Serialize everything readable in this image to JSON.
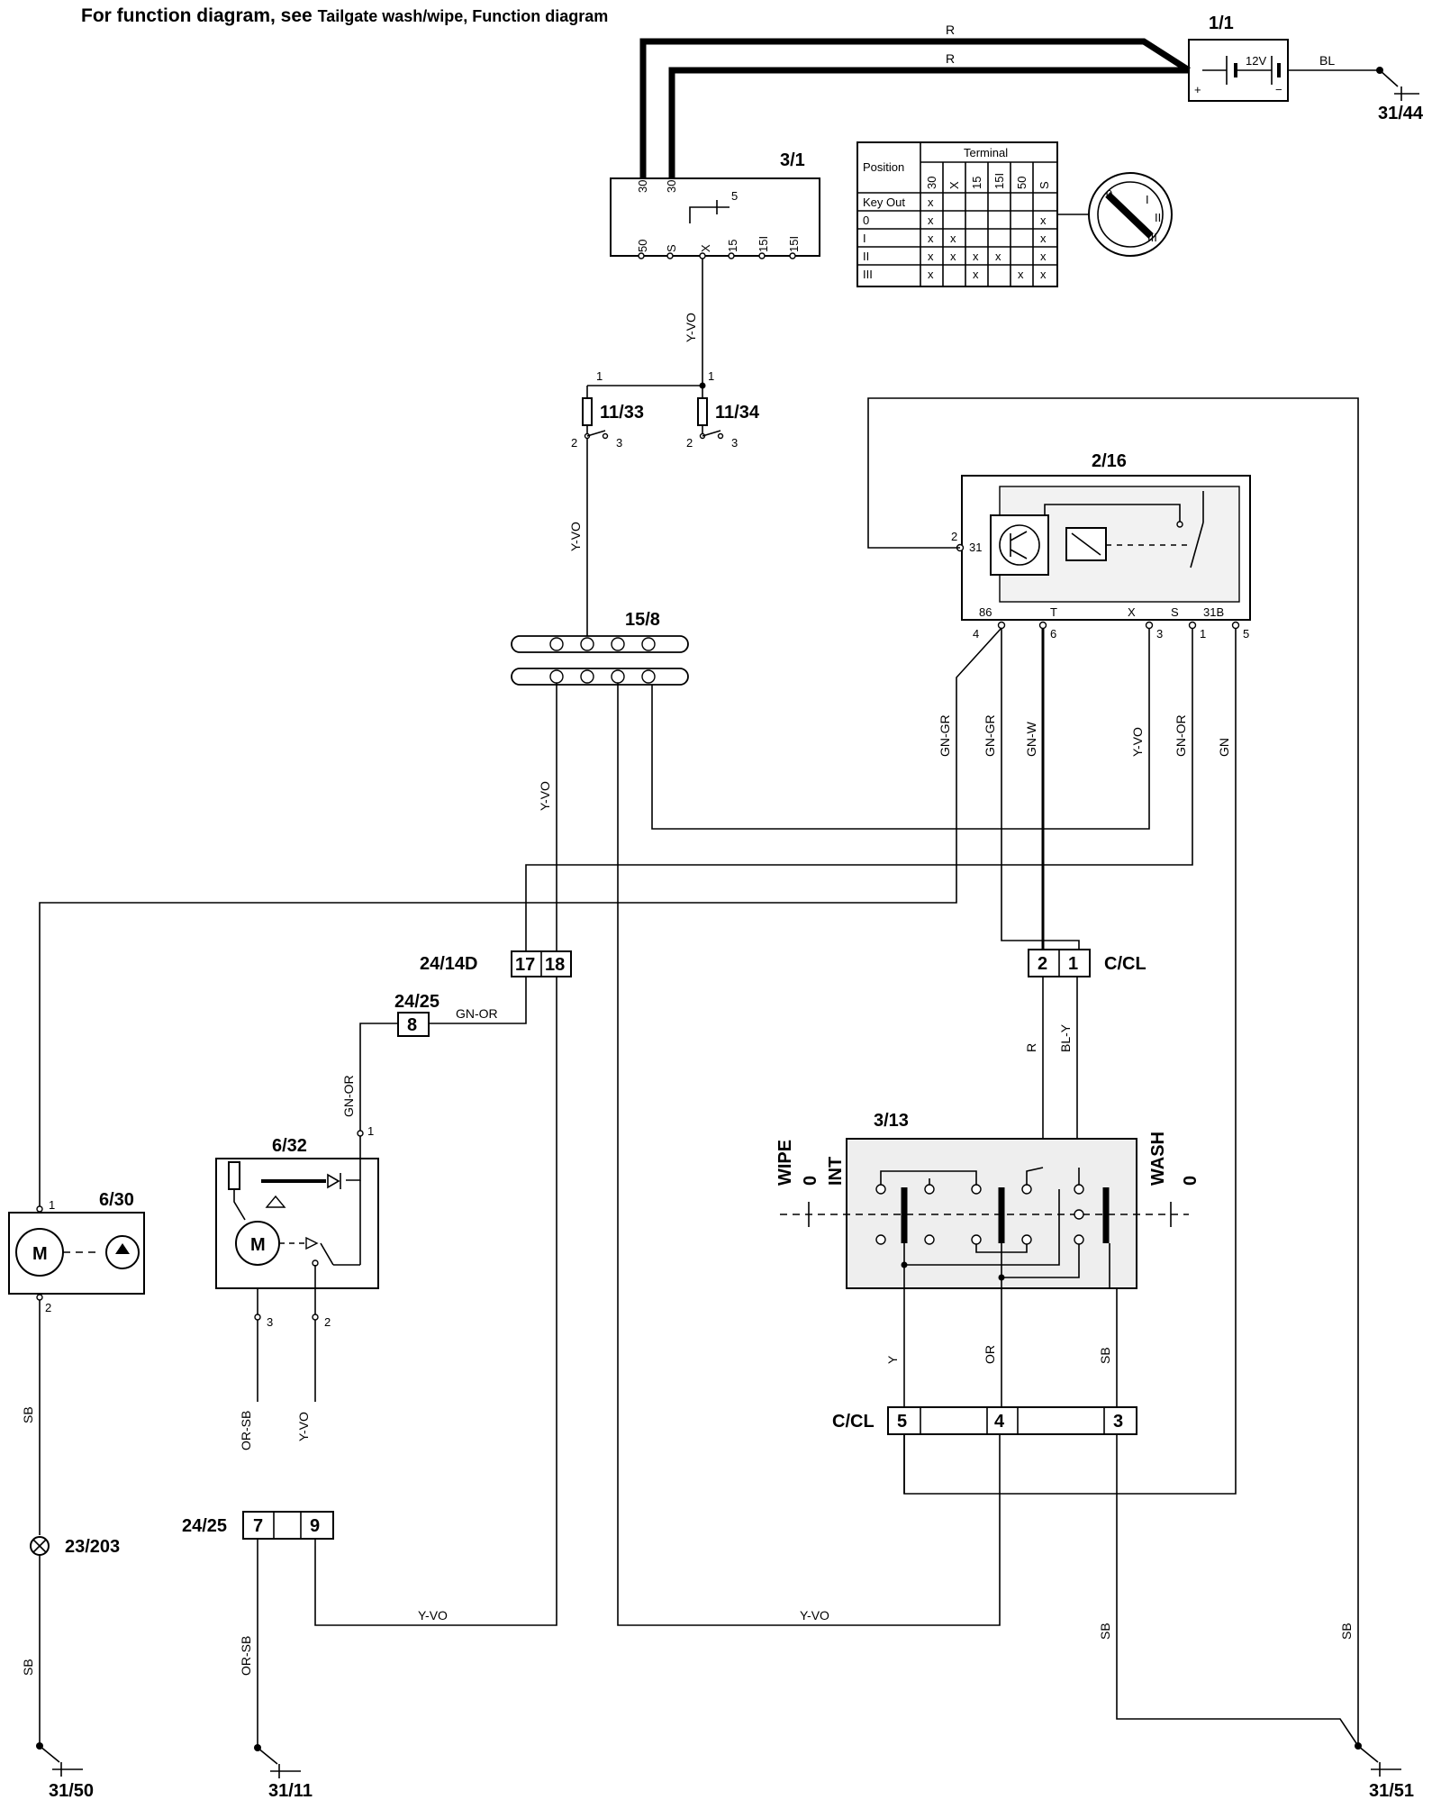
{
  "header": {
    "prefix": "For function diagram, see",
    "link": "Tailgate wash/wipe, Function diagram"
  },
  "components": {
    "battery": "1/1",
    "battery_voltage": "12V",
    "ignition_switch": "3/1",
    "fuse_a": "11/33",
    "fuse_b": "11/34",
    "relay": "2/16",
    "connector_15_8": "15/8",
    "connector_24_14d": "24/14D",
    "connector_24_25": "24/25",
    "wiper_switch": "3/13",
    "washer_motor": "6/30",
    "wiper_motor": "6/32",
    "lamp": "23/203",
    "conn_ccl": "C/CL",
    "motor_symbol": "M"
  },
  "grounds": [
    "31/44",
    "31/50",
    "31/11",
    "31/51"
  ],
  "ignition_table": {
    "position_header": "Position",
    "terminal_header": "Terminal",
    "terminals": [
      "30",
      "X",
      "15",
      "15I",
      "50",
      "S"
    ],
    "positions": [
      "Key Out",
      "0",
      "I",
      "II",
      "III"
    ],
    "marks": [
      [
        1,
        0,
        0,
        0,
        0,
        0
      ],
      [
        1,
        0,
        0,
        0,
        0,
        1
      ],
      [
        1,
        1,
        0,
        0,
        0,
        1
      ],
      [
        1,
        1,
        1,
        1,
        0,
        1
      ],
      [
        1,
        0,
        1,
        0,
        1,
        1
      ]
    ],
    "mark_symbol": "x"
  },
  "ignition_terminals": [
    "30",
    "30",
    "5",
    "50",
    "S",
    "X",
    "15",
    "15I",
    "15I"
  ],
  "relay_terminals": [
    "31",
    "86",
    "T",
    "X",
    "S",
    "31B"
  ],
  "switch_labels": {
    "wipe": "WIPE",
    "int": "INT",
    "wash": "WASH",
    "zero": "0"
  },
  "pins": {
    "c14d": [
      "17",
      "18"
    ],
    "c2425_top": "8",
    "c2425_bottom": [
      "7",
      "9"
    ],
    "ccl_top": [
      "2",
      "1"
    ],
    "ccl_bottom": [
      "5",
      "4",
      "3"
    ]
  },
  "wire_colors": {
    "R": "R",
    "BL": "BL",
    "Y_VO": "Y-VO",
    "GN_GR": "GN-GR",
    "GN_W": "GN-W",
    "GN_OR": "GN-OR",
    "GN": "GN",
    "BL_Y": "BL-Y",
    "Y": "Y",
    "OR": "OR",
    "SB": "SB",
    "OR_SB": "OR-SB"
  },
  "pin_numbers": [
    "1",
    "2",
    "3",
    "4",
    "5",
    "6"
  ]
}
